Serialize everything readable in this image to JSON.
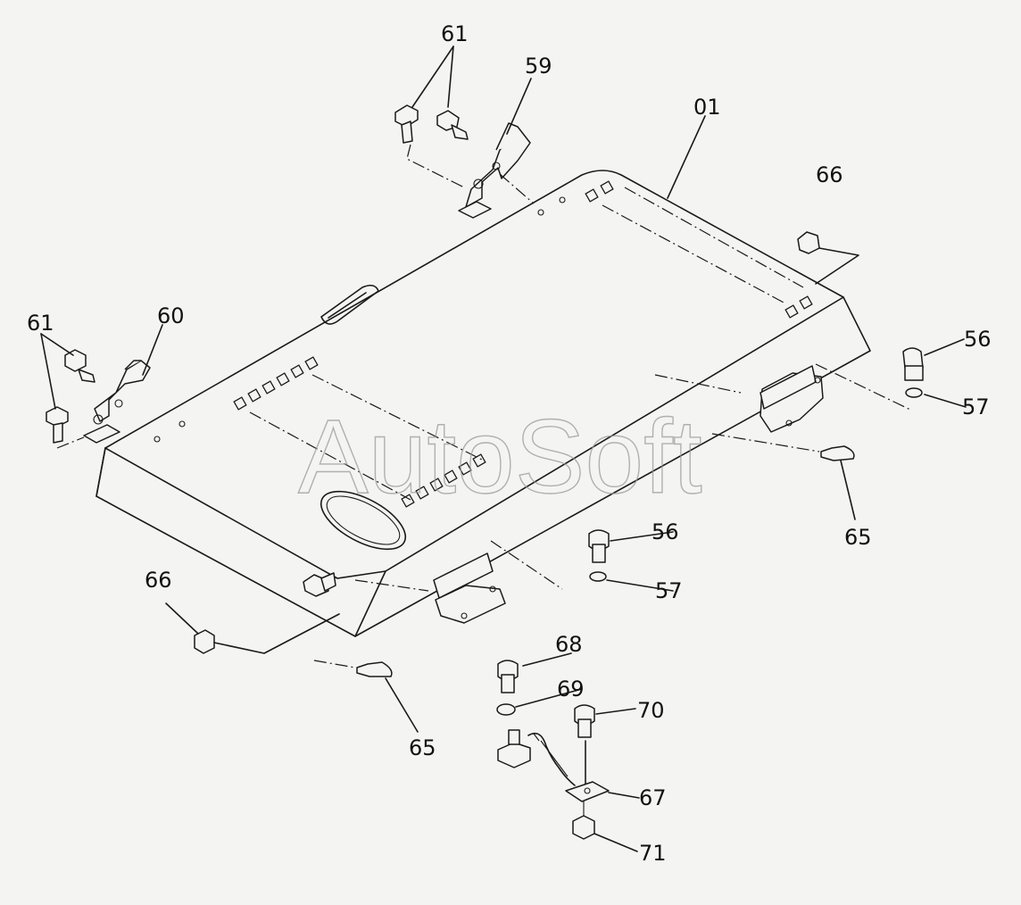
{
  "watermark": "AutoSoft",
  "callouts": {
    "p01": "01",
    "p59": "59",
    "p60": "60",
    "p61a": "61",
    "p61b": "61",
    "p56a": "56",
    "p56b": "56",
    "p57a": "57",
    "p57b": "57",
    "p65a": "65",
    "p65b": "65",
    "p66a": "66",
    "p66b": "66",
    "p67": "67",
    "p68": "68",
    "p69": "69",
    "p70": "70",
    "p71": "71"
  }
}
